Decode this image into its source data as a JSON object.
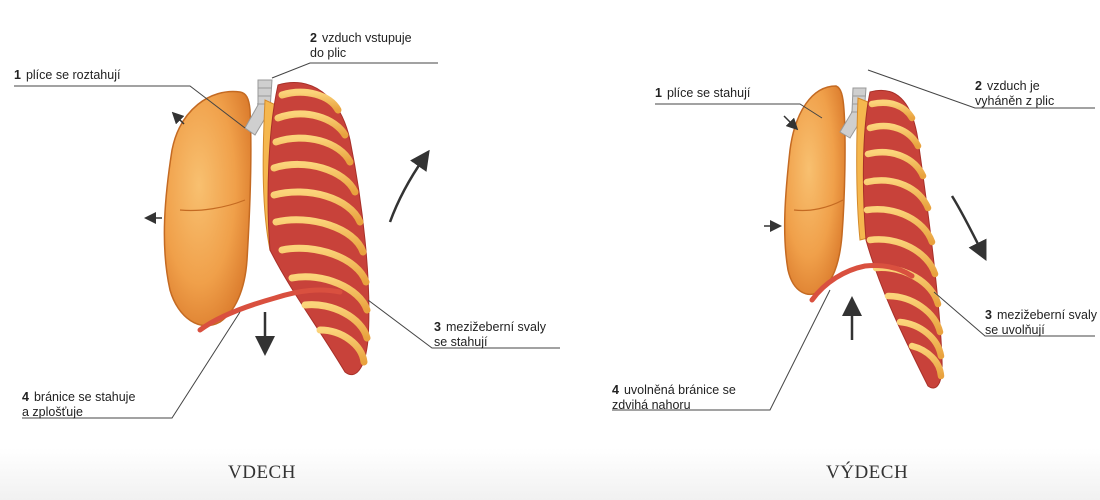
{
  "inhale": {
    "title": "VDECH",
    "labels": [
      {
        "num": "1",
        "text": "plíce se roztahují"
      },
      {
        "num": "2",
        "text": "vzduch vstupuje\ndo plic"
      },
      {
        "num": "3",
        "text": "mezižeberní svaly\nse stahují"
      },
      {
        "num": "4",
        "text": "bránice se stahuje\na zplošťuje"
      }
    ]
  },
  "exhale": {
    "title": "VÝDECH",
    "labels": [
      {
        "num": "1",
        "text": "plíce se stahují"
      },
      {
        "num": "2",
        "text": "vzduch je\nvyháněn z plic"
      },
      {
        "num": "3",
        "text": "mezižeberní svaly\nse uvolňují"
      },
      {
        "num": "4",
        "text": "uvolněná bránice se\nzdvihá nahoru"
      }
    ]
  },
  "colors": {
    "lung": "#f2a04c",
    "lung_dark": "#d9782a",
    "rib": "#f7c258",
    "muscle": "#d84a3c",
    "diaphragm": "#d9503f",
    "trachea": "#c9c9c9",
    "line": "#333333"
  }
}
